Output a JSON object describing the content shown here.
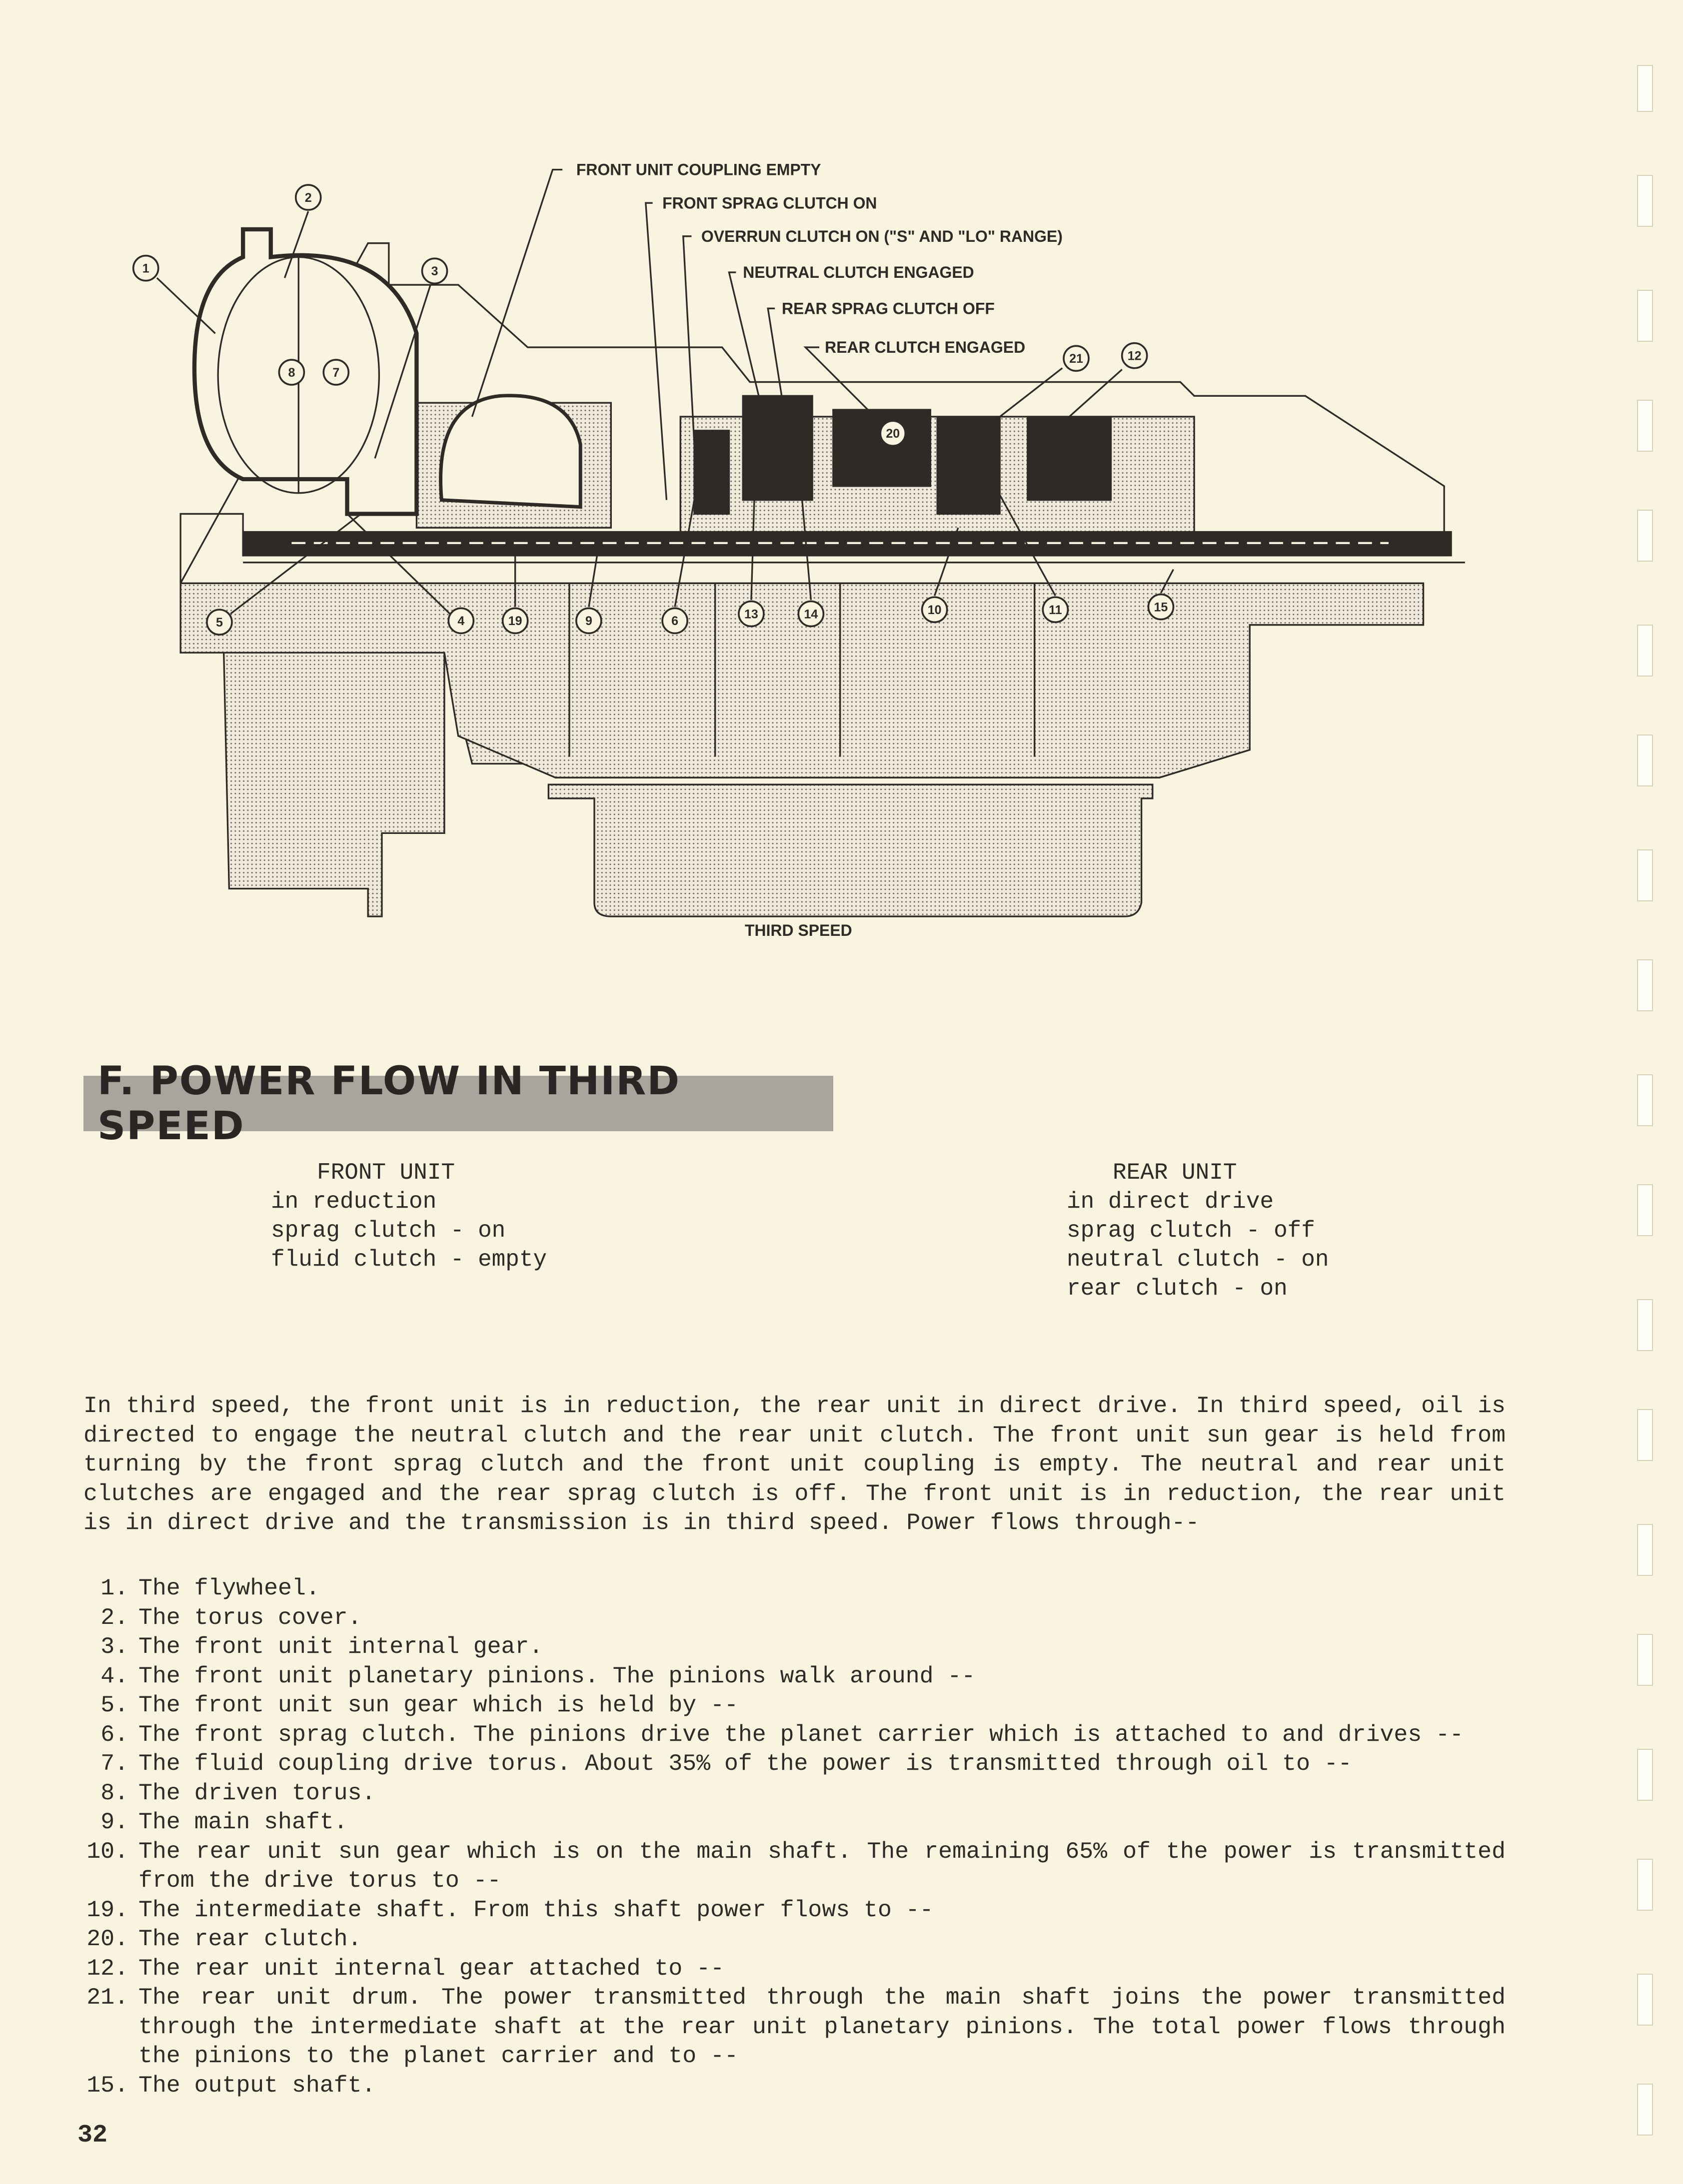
{
  "diagram": {
    "callouts": {
      "front_unit_coupling": "FRONT UNIT COUPLING EMPTY",
      "front_sprag": "FRONT SPRAG CLUTCH ON",
      "overrun": "OVERRUN CLUTCH ON (\"S\" AND \"LO\" RANGE)",
      "neutral": "NEUTRAL CLUTCH ENGAGED",
      "rear_sprag": "REAR SPRAG CLUTCH OFF",
      "rear_clutch": "REAR CLUTCH ENGAGED"
    },
    "numbers": [
      "1",
      "2",
      "3",
      "8",
      "7",
      "5",
      "4",
      "19",
      "9",
      "6",
      "13",
      "14",
      "10",
      "11",
      "15",
      "20",
      "21",
      "12"
    ],
    "caption": "THIRD SPEED"
  },
  "heading": "F. POWER FLOW IN THIRD SPEED",
  "front_unit": {
    "title": "FRONT UNIT",
    "lines": [
      "in reduction",
      "sprag clutch - on",
      "fluid clutch - empty"
    ]
  },
  "rear_unit": {
    "title": "REAR UNIT",
    "lines": [
      "in direct drive",
      "sprag clutch - off",
      "neutral clutch - on",
      "rear clutch - on"
    ]
  },
  "paragraph": "In third speed, the front unit is in reduction, the rear unit in direct drive.  In third speed, oil is directed to engage the neutral clutch and the rear unit clutch.  The front unit sun gear is held from turning by the front sprag clutch and the front unit coupling is empty.  The neutral and rear unit clutches are engaged and the rear sprag clutch is off.  The front unit is in reduction, the rear unit is in direct drive and the transmission is in third speed.  Power flows through--",
  "steps": [
    {
      "n": "1.",
      "text": "The flywheel."
    },
    {
      "n": "2.",
      "text": "The torus cover."
    },
    {
      "n": "3.",
      "text": "The front unit internal gear."
    },
    {
      "n": "4.",
      "text": "The front unit planetary pinions.  The pinions walk around --"
    },
    {
      "n": "5.",
      "text": "The front unit sun gear which is held by --"
    },
    {
      "n": "6.",
      "text": "The front sprag clutch.  The pinions drive the planet carrier which is attached to and drives --"
    },
    {
      "n": "7.",
      "text": "The fluid coupling drive torus.  About 35% of the power is transmitted through oil to --"
    },
    {
      "n": "8.",
      "text": "The driven torus."
    },
    {
      "n": "9.",
      "text": "The main shaft."
    },
    {
      "n": "10.",
      "text": "The rear unit sun gear which is on the main shaft.  The remaining 65% of the power is transmitted from the drive torus to --"
    },
    {
      "n": "19.",
      "text": "The intermediate shaft.  From this shaft power flows to --"
    },
    {
      "n": "20.",
      "text": "The rear clutch."
    },
    {
      "n": "12.",
      "text": "The rear unit internal gear attached to --"
    },
    {
      "n": "21.",
      "text": "The rear unit drum.  The power transmitted through the main shaft joins the power transmitted through the intermediate shaft at the rear unit planetary pinions.  The total power flows through the pinions to the planet carrier and to --"
    },
    {
      "n": "15.",
      "text": "The output shaft."
    }
  ],
  "page_number": "32"
}
